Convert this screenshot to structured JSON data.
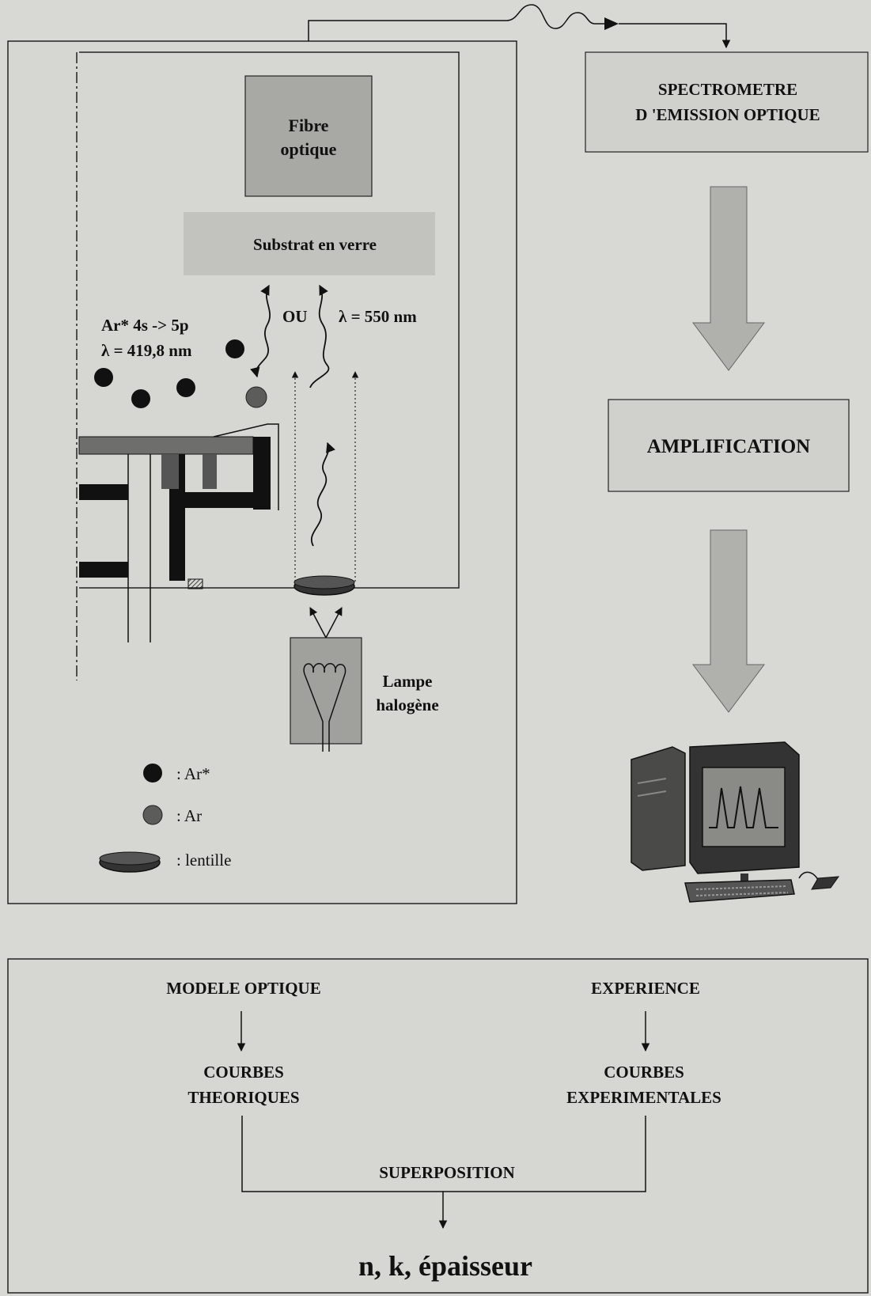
{
  "setup": {
    "fibre_label_1": "Fibre",
    "fibre_label_2": "optique",
    "substrate_label": "Substrat en verre",
    "transition_label": "Ar* 4s -> 5p",
    "wavelength_1": "λ = 419,8 nm",
    "or_label": "OU",
    "wavelength_2": "λ = 550 nm",
    "lamp_label_1": "Lampe",
    "lamp_label_2": "halogène"
  },
  "legend": {
    "excited": ": Ar*",
    "ground": ": Ar",
    "lens": ": lentille"
  },
  "chain": {
    "spectrometer_1": "SPECTROMETRE",
    "spectrometer_2": "D 'EMISSION OPTIQUE",
    "amplification": "AMPLIFICATION"
  },
  "analysis": {
    "model": "MODELE OPTIQUE",
    "experience": "EXPERIENCE",
    "theoretical_1": "COURBES",
    "theoretical_2": "THEORIQUES",
    "experimental_1": "COURBES",
    "experimental_2": "EXPERIMENTALES",
    "superposition": "SUPERPOSITION",
    "result": "n, k, épaisseur"
  },
  "colors": {
    "panel_bg": "#d6d6d2",
    "fibre_fill": "#a8a8a4",
    "substrate_fill": "#c2c2be",
    "arrow_fill": "#b0b0ac",
    "ink": "#111111"
  }
}
